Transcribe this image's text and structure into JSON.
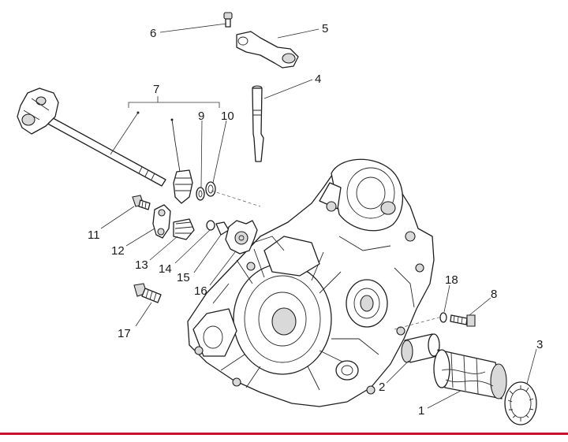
{
  "footer_color": "#c8102e",
  "callouts": [
    {
      "id": "1",
      "text": "1"
    },
    {
      "id": "2",
      "text": "2"
    },
    {
      "id": "3",
      "text": "3"
    },
    {
      "id": "4",
      "text": "4"
    },
    {
      "id": "5",
      "text": "5"
    },
    {
      "id": "6",
      "text": "6"
    },
    {
      "id": "7",
      "text": "7"
    },
    {
      "id": "8",
      "text": "8"
    },
    {
      "id": "9",
      "text": "9"
    },
    {
      "id": "10",
      "text": "10"
    },
    {
      "id": "11",
      "text": "11"
    },
    {
      "id": "12",
      "text": "12"
    },
    {
      "id": "13",
      "text": "13"
    },
    {
      "id": "14",
      "text": "14"
    },
    {
      "id": "15",
      "text": "15"
    },
    {
      "id": "16",
      "text": "16"
    },
    {
      "id": "17",
      "text": "17"
    },
    {
      "id": "18",
      "text": "18"
    }
  ]
}
